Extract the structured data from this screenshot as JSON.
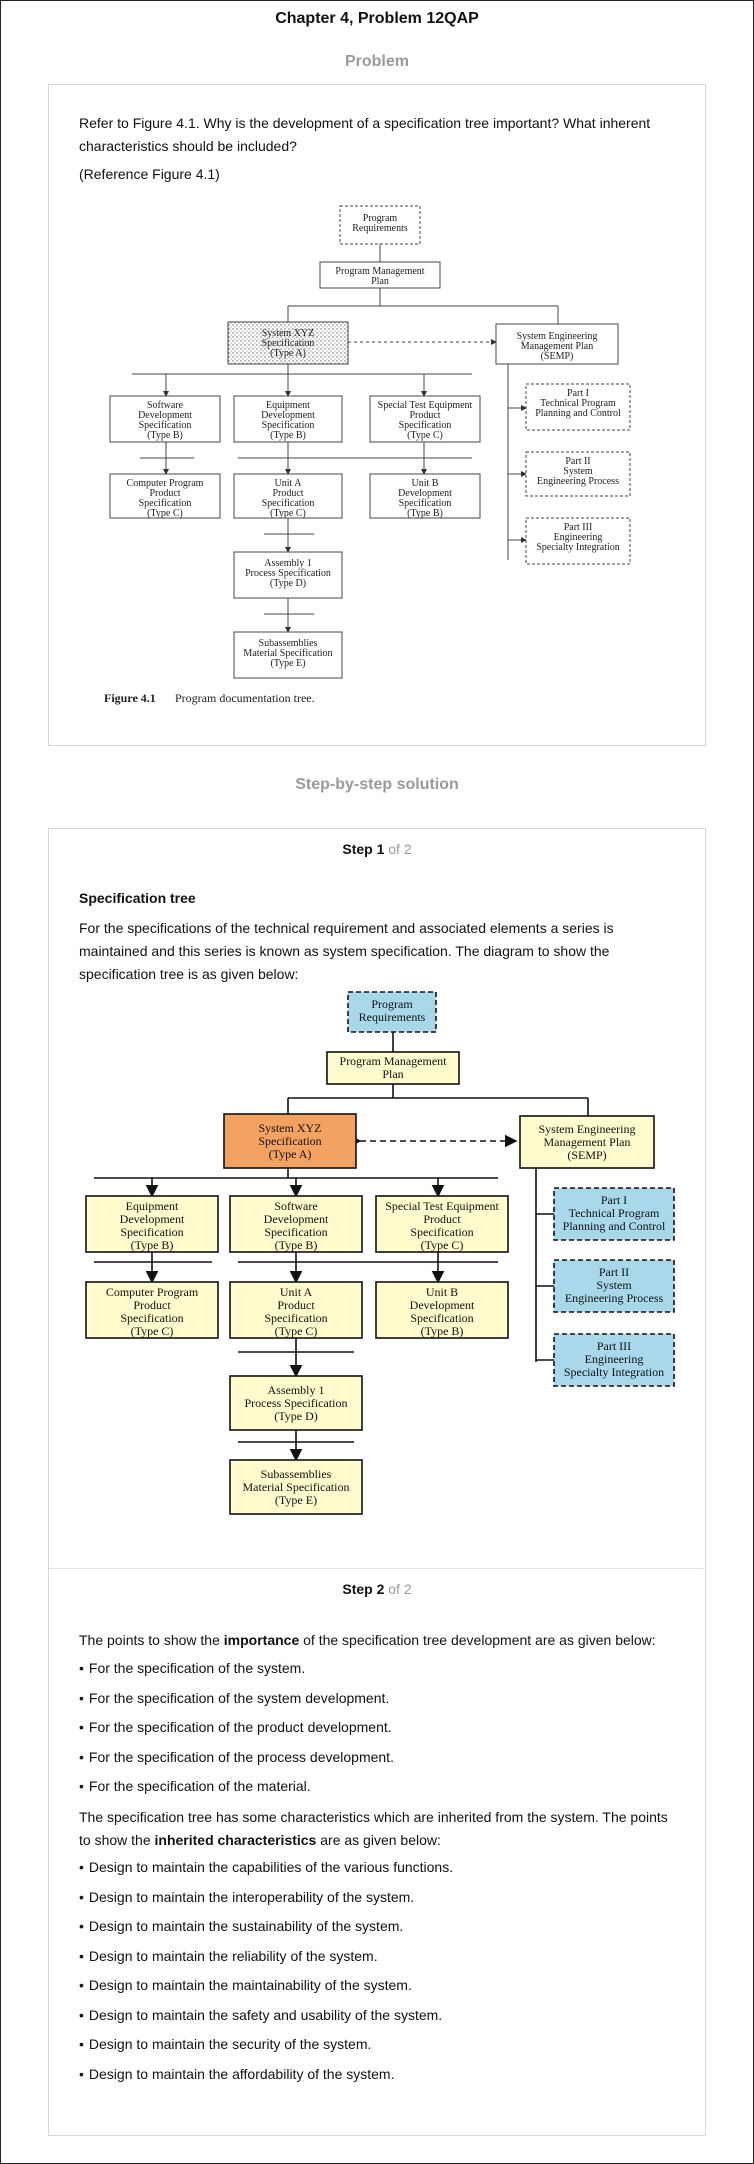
{
  "header": {
    "title": "Chapter 4, Problem 12QAP"
  },
  "problem": {
    "heading": "Problem",
    "question": "Refer to Figure 4.1. Why is the development of a specification tree important? What inherent characteristics should be included?",
    "reference": "(Reference Figure 4.1)",
    "figure": {
      "caption_number": "Figure 4.1",
      "caption_text": "Program documentation tree.",
      "boxes": {
        "program_requirements": [
          "Program",
          "Requirements"
        ],
        "program_management_plan": [
          "Program Management",
          "Plan"
        ],
        "system_xyz": [
          "System XYZ",
          "Specification",
          "(Type A)"
        ],
        "semp": [
          "System Engineering",
          "Management Plan",
          "(SEMP)"
        ],
        "software_dev": [
          "Software",
          "Development",
          "Specification",
          "(Type B)"
        ],
        "equipment_dev": [
          "Equipment",
          "Development",
          "Specification",
          "(Type B)"
        ],
        "special_test": [
          "Special Test Equipment",
          "Product",
          "Specification",
          "(Type C)"
        ],
        "computer_program": [
          "Computer Program",
          "Product",
          "Specification",
          "(Type C)"
        ],
        "unit_a": [
          "Unit A",
          "Product",
          "Specification",
          "(Type C)"
        ],
        "unit_b": [
          "Unit B",
          "Development",
          "Specification",
          "(Type B)"
        ],
        "part1": [
          "Part I",
          "Technical Program",
          "Planning and Control"
        ],
        "part2": [
          "Part II",
          "System",
          "Engineering Process"
        ],
        "part3": [
          "Part III",
          "Engineering",
          "Specialty Integration"
        ],
        "assembly": [
          "Assembly 1",
          "Process Specification",
          "(Type D)"
        ],
        "subassemblies": [
          "Subassemblies",
          "Material Specification",
          "(Type E)"
        ]
      }
    }
  },
  "solution": {
    "heading": "Step-by-step solution",
    "step1": {
      "label": "Step 1",
      "of": "of 2",
      "subheading": "Specification tree",
      "text": "For the specifications of the technical requirement and associated elements a series is maintained and this series is known as system specification. The diagram to show the specification tree is as given below:",
      "diagram": {
        "program_requirements": [
          "Program",
          "Requirements"
        ],
        "program_management_plan": [
          "Program Management",
          "Plan"
        ],
        "system_xyz": [
          "System XYZ",
          "Specification",
          "(Type A)"
        ],
        "semp": [
          "System Engineering",
          "Management Plan",
          "(SEMP)"
        ],
        "equipment_dev": [
          "Equipment",
          "Development",
          "Specification",
          "(Type B)"
        ],
        "software_dev": [
          "Software",
          "Development",
          "Specification",
          "(Type B)"
        ],
        "special_test": [
          "Special Test Equipment",
          "Product",
          "Specification",
          "(Type C)"
        ],
        "computer_program": [
          "Computer Program",
          "Product",
          "Specification",
          "(Type C)"
        ],
        "unit_a": [
          "Unit A",
          "Product",
          "Specification",
          "(Type C)"
        ],
        "unit_b": [
          "Unit B",
          "Development",
          "Specification",
          "(Type B)"
        ],
        "part1": [
          "Part I",
          "Technical Program",
          "Planning and Control"
        ],
        "part2": [
          "Part II",
          "System",
          "Engineering Process"
        ],
        "part3": [
          "Part III",
          "Engineering",
          "Specialty Integration"
        ],
        "assembly": [
          "Assembly 1",
          "Process Specification",
          "(Type D)"
        ],
        "subassemblies": [
          "Subassemblies",
          "Material Specification",
          "(Type E)"
        ],
        "colors": {
          "light_blue": "#a8d8ea",
          "orange": "#f4a261",
          "light_yellow": "#fffbcc"
        }
      }
    },
    "step2": {
      "label": "Step 2",
      "of": "of 2",
      "intro_pre": "The points to show the ",
      "intro_bold": "importance",
      "intro_post": " of the specification tree development are as given below:",
      "importance_points": [
        "For the specification of the system.",
        "For the specification of the system development.",
        "For the specification of the product development.",
        "For the specification of the process development.",
        "For the specification of the material."
      ],
      "inherit_pre": "The specification tree has some characteristics which are inherited from the system. The points to show the ",
      "inherit_bold": "inherited characteristics",
      "inherit_post": " are as given below:",
      "characteristics": [
        "Design to maintain the capabilities of the various functions.",
        "Design to maintain the interoperability of the system.",
        "Design to maintain the sustainability of the system.",
        "Design to maintain the reliability of the system.",
        "Design to maintain the maintainability of the system.",
        "Design to maintain the safety and usability of the system.",
        "Design to maintain the security of the system.",
        "Design to maintain the affordability of the system."
      ]
    }
  }
}
